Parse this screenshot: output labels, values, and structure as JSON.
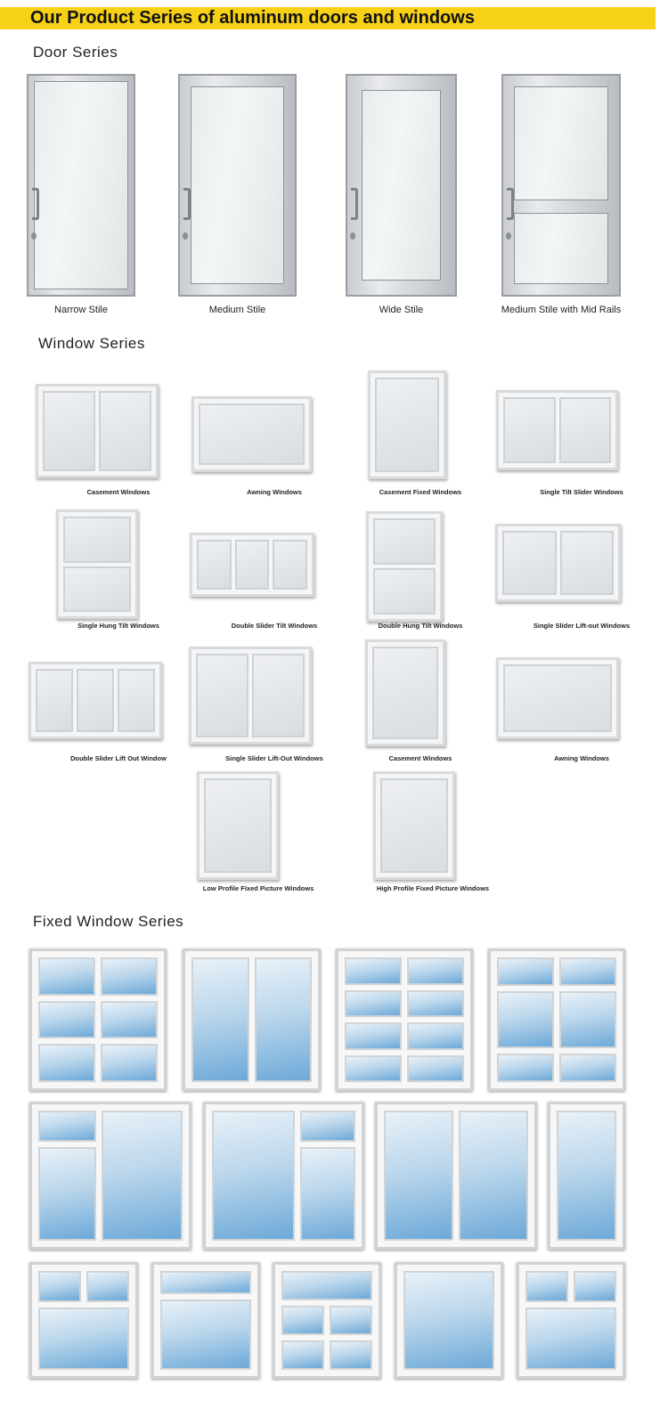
{
  "header": {
    "title": "Our Product Series of aluminum doors and windows"
  },
  "door_series": {
    "title": "Door Series",
    "items": [
      "Narrow Stile",
      "Medium Stile",
      "Wide Stile",
      "Medium Stile with Mid Rails"
    ]
  },
  "window_series": {
    "title": "Window Series",
    "items": [
      "Casement Windows",
      "Awning Windows",
      "Casement Fixed Windows",
      "Single Tilt Slider Windows",
      "Single Hung Tilt Windows",
      "Double Slider Tilt Windows",
      "Double Hung Tilt Windows",
      "Single Slider Lift-out Windows",
      "Double Slider Lift Out Window",
      "Single Slider Lift-Out Windows",
      "Casement Windows",
      "Awning Windows",
      "Low Profile Fixed Picture Windows",
      "High Profile Fixed Picture Windows"
    ]
  },
  "fixed_window_series": {
    "title": "Fixed Window Series"
  },
  "colors": {
    "banner": "#f7d117",
    "glass": "#6da9d8"
  }
}
